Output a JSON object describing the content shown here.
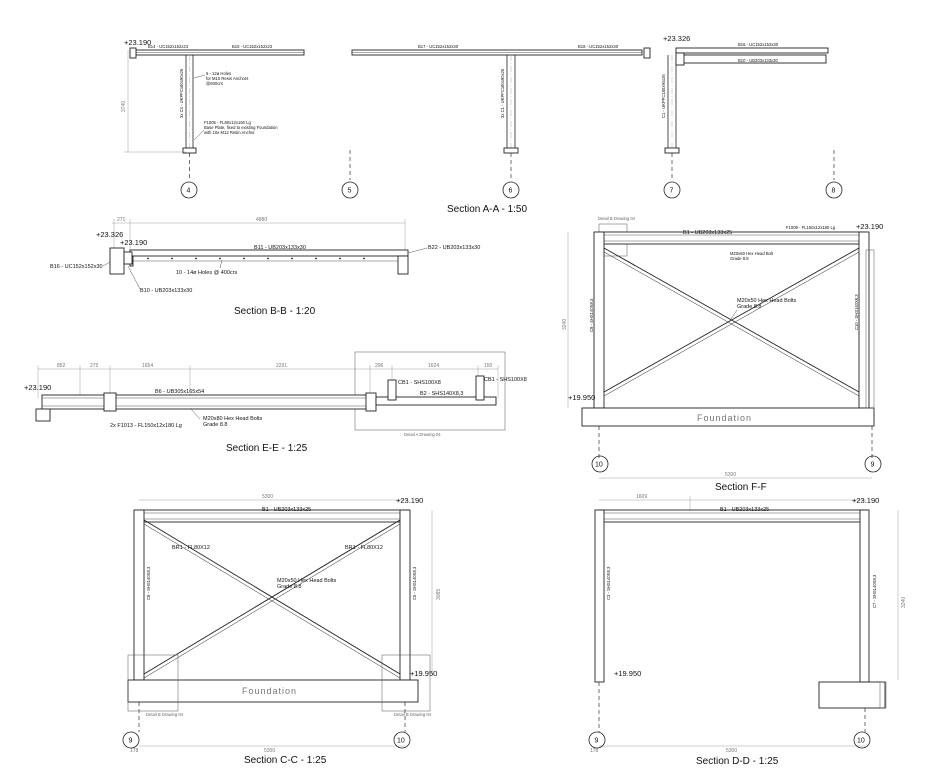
{
  "sections": {
    "aa": {
      "title": "Section A-A - 1:50",
      "level_left": "+23.190",
      "level_right": "+23.326",
      "beams": {
        "b14": "B14 - UC152x152x23",
        "b15": "B15 - UC152x152x23",
        "b17": "B17 - UC152x152x30",
        "b18": "B18 - UC152x152x30",
        "b16": "B16 - UC152x152x30",
        "b10": "B10 - UB203x133x30"
      },
      "columns": {
        "c4": "3x C4 - UKPFC180x90x26",
        "c1a": "3x C1 - UKPFC180x90x26",
        "c1b": "C1 - UKPFC180x90x26"
      },
      "notes": {
        "holes": "6 - 12ø Holes",
        "holes2": "for M10 Resin Anchors",
        "holes3": "@600crs",
        "plate": "F1005 - FL80x12x150 Lg",
        "plate2": "Base Plate, fixed to existing Foundation",
        "plate3": "with 10x M12 Resin Anchor"
      },
      "dim_height": "3740",
      "grids": [
        "4",
        "5",
        "6",
        "7",
        "8"
      ]
    },
    "bb": {
      "title": "Section B-B - 1:20",
      "level_a": "+23.326",
      "level_b": "+23.190",
      "b11": "B11 - UB203x133x30",
      "b22": "B22 - UB203x133x30",
      "b16": "B16 - UC152x152x30",
      "b10": "B10 - UB203x133x30",
      "holes": "10 - 14ø Holes @ 400crs",
      "dim_a": "271",
      "dim_b": "4880"
    },
    "ee": {
      "title": "Section E-E - 1:25",
      "level": "+23.190",
      "b6": "B6 - UB305x165x54",
      "b2": "B2 - SHS140X8,3",
      "cb1a": "CB1 - SHS100X8",
      "cb1b": "CB1 - SHS100X8",
      "bolts": "M20x80 Hex Head Bolts",
      "grade": "Grade 8.8",
      "plate": "2x F1013 - FL150x12x180 Lg",
      "detail": "Detail A Drawing 04",
      "dims": [
        "852",
        "275",
        "1654",
        "2291",
        "296",
        "1624",
        "150"
      ]
    },
    "ff": {
      "title": "Section F-F",
      "level_top": "+23.190",
      "level_bot": "+19.950",
      "b1": "B1 - UB203x133x25",
      "c9": "C9 - SHS140X8,3",
      "c10": "C10 - SHS140X8,3",
      "bolts": "M20x50 Hex Head Bolts",
      "grade": "Grade 8.8",
      "bolts_small": "M20x60 Hex Head Bolt",
      "grade_small": "Grade 8.8",
      "plate": "F1009 - FL150x12x180 Lg",
      "detail": "Detail B Drawing 04",
      "foundation": "Foundation",
      "dim_w": "5300",
      "dim_h": "3240",
      "grids": [
        "10",
        "9"
      ]
    },
    "cc": {
      "title": "Section C-C - 1:25",
      "level_top": "+23.190",
      "level_bot": "+19.950",
      "b1": "B1 - UB203x133x25",
      "br1a": "BR1 - FL80X12",
      "br1b": "BR1 - FL80X12",
      "c8": "C8 - SHS140X8,3",
      "c5": "C5 - SHS140X8,3",
      "bolts": "M20x50 Hex Head Bolts",
      "grade": "Grade 8.8",
      "foundation": "Foundation",
      "detail_a": "Detail B Drawing 04",
      "detail_b": "Detail B Drawing 04",
      "dim_w": "5300",
      "dim_h": "3085",
      "dim_sm": "178",
      "grids": [
        "9",
        "10"
      ]
    },
    "dd": {
      "title": "Section D-D - 1:25",
      "level_top": "+23.190",
      "level_bot": "+19.950",
      "b1": "B1 - UB203x133x25",
      "c3": "C3 - SHS140X8,3",
      "c7": "C7 - SHS140X8,3",
      "dim_w": "5300",
      "dim_h": "3240",
      "dim_top": "1609",
      "dim_sm": "178",
      "grids": [
        "9",
        "10"
      ]
    }
  }
}
